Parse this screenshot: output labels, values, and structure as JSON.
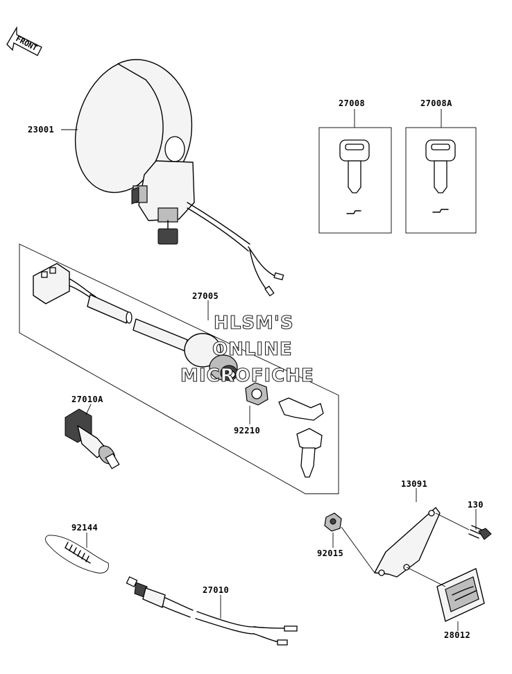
{
  "orientation": {
    "front_label": "FRONT"
  },
  "watermark": {
    "line1": "HLSM'S",
    "line2": "ONLINE",
    "line3": "MICROFICHE"
  },
  "part_numbers": {
    "headlight": "23001",
    "key_blank": "27008",
    "key_blank_alt": "27008A",
    "ignition_switch": "27005",
    "switch_alt": "27010A",
    "nut": "92210",
    "spring": "92144",
    "bracket": "13091",
    "bolt": "130",
    "collar_nut": "92015",
    "switch_wire": "27010",
    "label_plate": "28012"
  }
}
